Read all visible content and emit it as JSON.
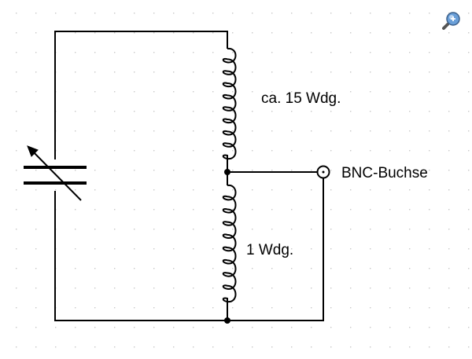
{
  "labels": {
    "upper_coil": "ca. 15 Wdg.",
    "lower_coil": "1 Wdg.",
    "connector": "BNC-Buchse"
  },
  "icons": {
    "zoom": "zoom-in-icon"
  },
  "colors": {
    "wire": "#000000",
    "grid_dot": "#c8c8c8",
    "zoom_lens": "#6a9fd8"
  }
}
